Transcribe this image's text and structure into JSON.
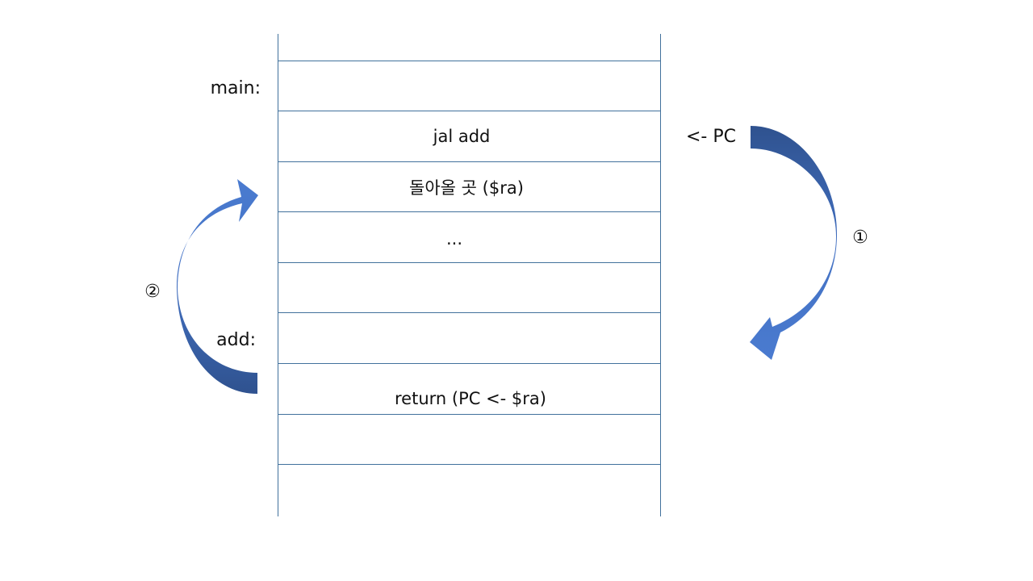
{
  "memory": {
    "cells": [
      "",
      "",
      "jal add",
      "돌아올 곳 ($ra)",
      "...",
      "",
      "",
      "return (PC <- $ra)",
      "",
      ""
    ]
  },
  "labels": {
    "main": "main:",
    "add": "add:",
    "pc_pointer": "<- PC"
  },
  "steps": {
    "step1": "①",
    "step2": "②"
  },
  "colors": {
    "grid": "#41719c",
    "arrow_light": "#4472c4",
    "arrow_dark": "#2f528f"
  }
}
